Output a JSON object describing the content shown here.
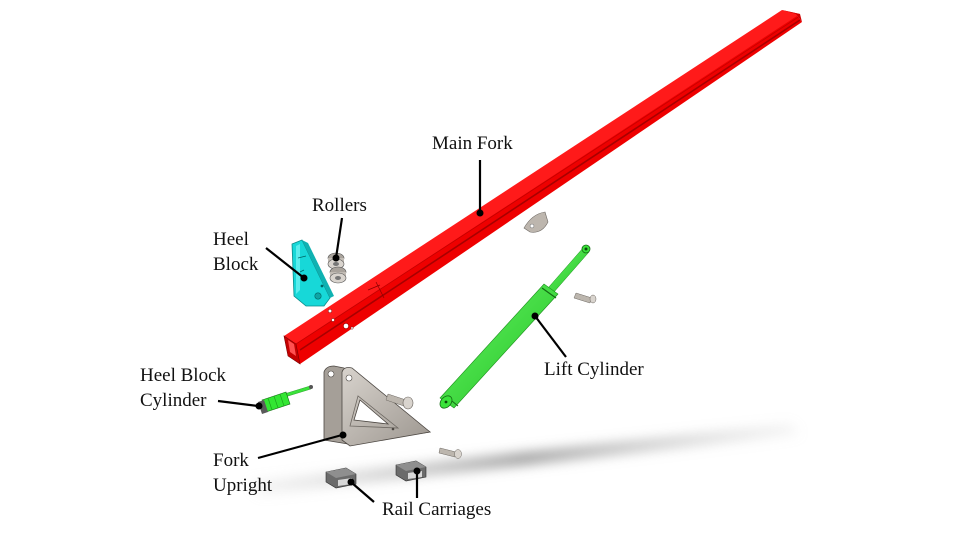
{
  "figure": {
    "title": "Exploded view of fork assembly",
    "labels": {
      "main_fork": "Main Fork",
      "rollers": "Rollers",
      "heel_block_line1": "Heel",
      "heel_block_line2": "Block",
      "heel_block_cylinder_line1": "Heel Block",
      "heel_block_cylinder_line2": "Cylinder",
      "lift_cylinder": "Lift Cylinder",
      "fork_upright_line1": "Fork",
      "fork_upright_line2": "Upright",
      "rail_carriages": "Rail Carriages"
    },
    "colors": {
      "main_fork": "#ff0000",
      "main_fork_dark": "#b50000",
      "heel_block": "#17d8d8",
      "lift_cylinder": "#33e633",
      "heel_block_cylinder": "#33e633",
      "metal_parts": "#b8b2ab",
      "leader_line": "#000000",
      "shadow": "#9a9a9a"
    }
  }
}
